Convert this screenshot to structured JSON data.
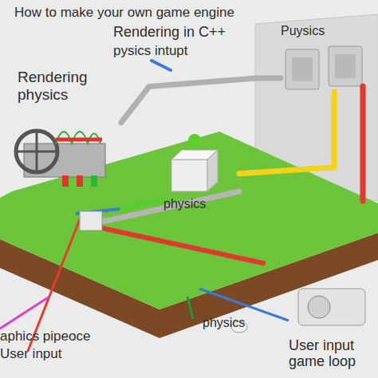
{
  "diagram": {
    "title": "How to make your own game engine",
    "nodes": [
      {
        "text": [
          "Rendering physics"
        ]
      },
      {
        "text": [
          "physics"
        ]
      },
      {
        "text": [
          "Puysics"
        ]
      },
      {
        "text": [
          "User input game loop"
        ]
      }
    ],
    "edges": [
      {
        "from": 1,
        "to": 2,
        "arrow": "none"
      },
      {
        "from": 0,
        "to": 2,
        "arrow": "none"
      }
    ],
    "labels": [
      "Rendering in C++",
      "pysics intupt",
      "aphics pipeoce",
      "User input",
      "physics"
    ]
  }
}
